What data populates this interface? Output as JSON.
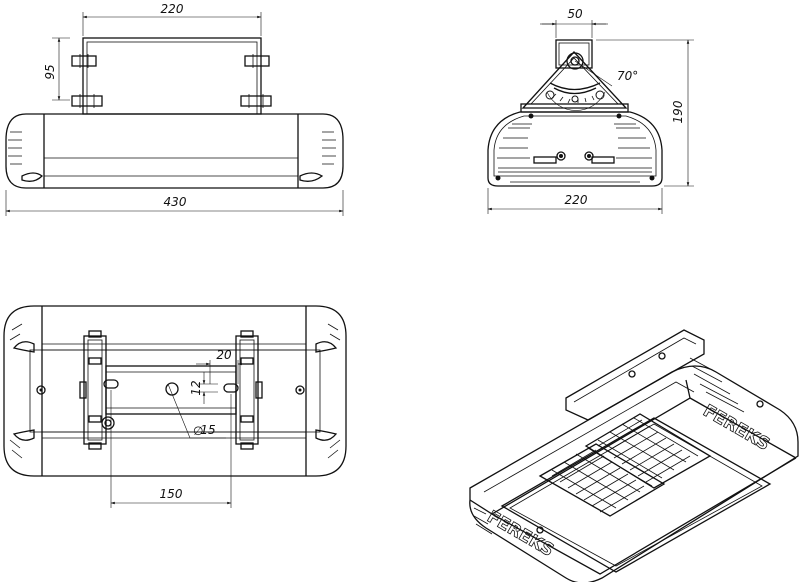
{
  "dimensions": {
    "front_height": "220",
    "front_side_height": "95",
    "front_length": "430",
    "side_bracket_width": "50",
    "side_tilt_angle": "70°",
    "side_height": "190",
    "side_width": "220",
    "top_slot_offset": "20",
    "top_slot_width": "12",
    "top_hole_diameter": "15",
    "top_hole_spacing": "150"
  },
  "product": {
    "brand_label": "FEREKS"
  }
}
